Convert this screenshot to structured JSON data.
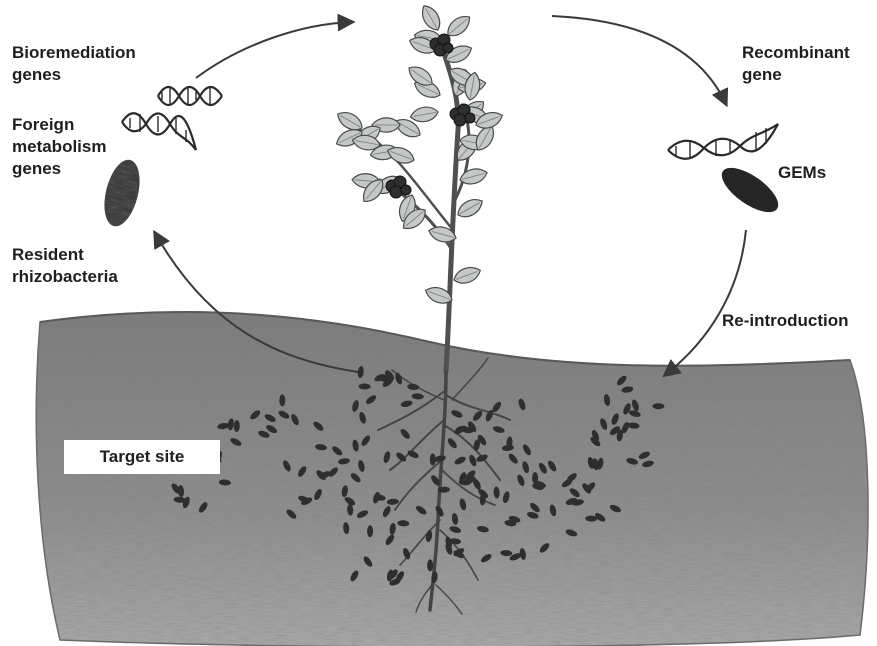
{
  "labels": {
    "bioremediation": [
      "Bioremediation",
      "genes"
    ],
    "foreign_metabolism": [
      "Foreign",
      "metabolism",
      "genes"
    ],
    "resident_rhizobacteria": [
      "Resident",
      "rhizobacteria"
    ],
    "recombinant": [
      "Recombinant",
      "gene"
    ],
    "gems": "GEMs",
    "reintroduction": "Re-introduction",
    "target_site": "Target site"
  },
  "colors": {
    "soil": "#8a8a8a",
    "soil_dark": "#5e5e5e",
    "plant_stem": "#505050",
    "leaf_fill": "#c4c8c8",
    "leaf_edge": "#4a4a4a",
    "bacteria": "#2e2e2e",
    "arrow": "#3a3a3a",
    "text": "#1f1f1f"
  },
  "icons": {
    "dna": "double-helix-icon",
    "bacterium": "rod-bacterium-icon",
    "flower": "flower-cluster-icon"
  }
}
